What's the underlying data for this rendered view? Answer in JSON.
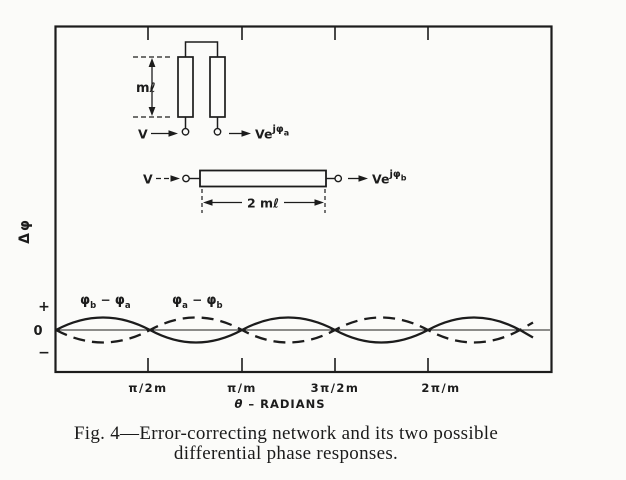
{
  "colors": {
    "ink": "#1c1c1c",
    "paper": "#fbfbf9"
  },
  "figure_caption": {
    "line1": "Fig. 4—Error-correcting network and its two possible",
    "line2": "differential phase responses."
  },
  "stub_network": {
    "dimension_label": "mℓ",
    "input_label": "V",
    "output_base": "Ve",
    "output_sup": "jφ",
    "output_sub": "a"
  },
  "line_network": {
    "dimension_label": "2 mℓ",
    "input_label": "V",
    "output_base": "Ve",
    "output_sup": "jφ",
    "output_sub": "b"
  },
  "plot": {
    "y_axis_label": "Δφ",
    "y_tick_plus": "+",
    "y_tick_zero": "0",
    "y_tick_minus": "−",
    "x_ticks": [
      "π/2m",
      "π/m",
      "3π/2m",
      "2π/m"
    ],
    "x_axis_label_theta": "θ",
    "x_axis_label_rest": " – RADIANS",
    "solid_curve_label": {
      "phi1": "φ",
      "sub1": "b",
      "op": " − ",
      "phi2": "φ",
      "sub2": "a"
    },
    "dashed_curve_label": {
      "phi1": "φ",
      "sub1": "a",
      "op": " − ",
      "phi2": "φ",
      "sub2": "b"
    }
  },
  "chart_data": {
    "type": "line",
    "title": "",
    "xlabel": "θ – RADIANS",
    "ylabel": "Δφ",
    "x_tick_labels": [
      "π/2m",
      "π/m",
      "3π/2m",
      "2π/m"
    ],
    "y_tick_labels": [
      "+",
      "0",
      "−"
    ],
    "x_range": [
      "0",
      "about 5π/2m"
    ],
    "grid": false,
    "legend_position": "inline labels above first two arcs",
    "series": [
      {
        "name": "φb − φa",
        "style": "solid",
        "formula": "+A·sin(2mθ)",
        "sign_on_first_interval": "+",
        "zero_crossings_theta": [
          "0",
          "π/2m",
          "π/m",
          "3π/2m",
          "2π/m",
          "5π/2m"
        ],
        "peaks": [
          {
            "x": "π/4m",
            "y": "+A"
          },
          {
            "x": "3π/4m",
            "y": "−A"
          },
          {
            "x": "5π/4m",
            "y": "+A"
          },
          {
            "x": "7π/4m",
            "y": "−A"
          },
          {
            "x": "9π/4m",
            "y": "+A"
          }
        ]
      },
      {
        "name": "φa − φb",
        "style": "dashed",
        "formula": "−A·sin(2mθ)",
        "sign_on_first_interval": "−",
        "zero_crossings_theta": [
          "0",
          "π/2m",
          "π/m",
          "3π/2m",
          "2π/m",
          "5π/2m"
        ],
        "peaks": [
          {
            "x": "π/4m",
            "y": "−A"
          },
          {
            "x": "3π/4m",
            "y": "+A"
          },
          {
            "x": "5π/4m",
            "y": "−A"
          },
          {
            "x": "7π/4m",
            "y": "+A"
          },
          {
            "x": "9π/4m",
            "y": "−A"
          }
        ]
      }
    ]
  }
}
